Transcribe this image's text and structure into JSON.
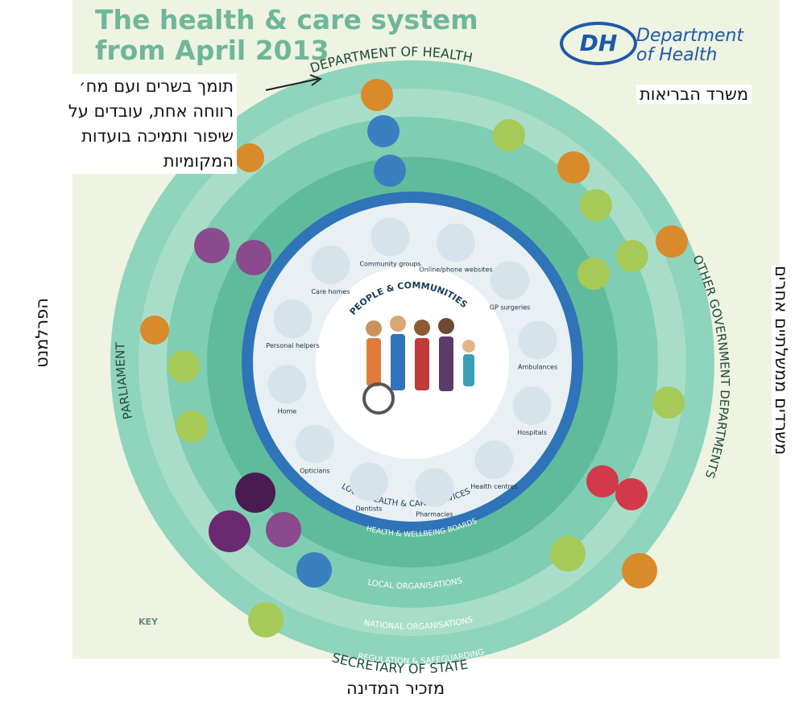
{
  "title": {
    "line1": "The health & care system",
    "line2": "from April 2013"
  },
  "logo": {
    "initials": "DH",
    "line1": "Department",
    "line2": "of Health"
  },
  "hebrew": {
    "moh": "משרד הבריאות",
    "note_lines": [
      "תומך בשרים ועם מח׳",
      "רווחה אחת, עובדים על",
      "שיפור ותמיכה בועדות",
      "המקומיות"
    ],
    "parliament": "הפרלמנט",
    "other_gov": "משרדים ממשלתיים אחרים",
    "secretary": "מזכיר המדינה"
  },
  "ring_labels": {
    "top": "DEPARTMENT OF HEALTH",
    "left": "PARLIAMENT",
    "right": "OTHER GOVERNMENT DEPARTMENTS",
    "bottom": "SECRETARY OF STATE",
    "local_orgs": "LOCAL ORGANISATIONS",
    "national_orgs": "NATIONAL ORGANISATIONS",
    "regulation": "REGULATION & SAFEGUARDING",
    "hwb": "HEALTH & WELLBEING BOARDS",
    "local_services": "LOCAL HEALTH & CARE SERVICES",
    "center": "PEOPLE & COMMUNITIES",
    "key": "KEY"
  },
  "services": [
    {
      "label": "Community groups",
      "icon": "people-icon"
    },
    {
      "label": "Online/phone websites",
      "icon": "computer-icon"
    },
    {
      "label": "GP surgeries",
      "icon": "stethoscope-icon"
    },
    {
      "label": "Ambulances",
      "icon": "ambulance-icon"
    },
    {
      "label": "Hospitals",
      "icon": "hospital-icon"
    },
    {
      "label": "Health centres",
      "icon": "syringe-icon"
    },
    {
      "label": "Pharmacies",
      "icon": "pill-icon"
    },
    {
      "label": "Dentists",
      "icon": "toothbrush-icon"
    },
    {
      "label": "Opticians",
      "icon": "glasses-icon"
    },
    {
      "label": "Home",
      "icon": "home-icon"
    },
    {
      "label": "Personal helpers",
      "icon": "helper-icon"
    },
    {
      "label": "Care homes",
      "icon": "elderly-icon"
    }
  ],
  "colors": {
    "outer_ring": "#8fd4bc",
    "mid_ring": "#6cc3a6",
    "inner_ring": "#4fae8d",
    "blue_band": "#2f73b8",
    "center": "#ffffff",
    "title": "#6fb79a",
    "brand": "#1c5aa8"
  }
}
